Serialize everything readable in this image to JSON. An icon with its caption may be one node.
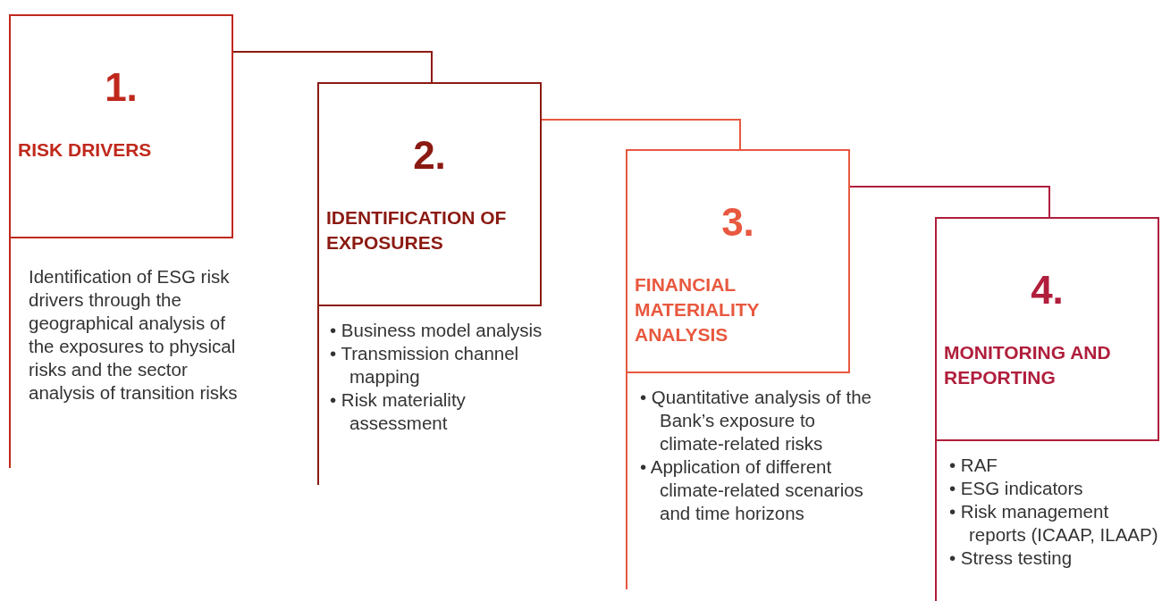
{
  "diagram": {
    "nodes": [
      {
        "text": [
          "1.",
          "RISK DRIVERS"
        ],
        "beside": [
          "Identification of ESG risk drivers through the geographical analysis of the exposures to physical risks and the sector analysis of transition risks"
        ]
      },
      {
        "text": [
          "2.",
          "IDENTIFICATION OF EXPOSURES"
        ],
        "beside": [
          "• Business model analysis",
          "• Transmission channel mapping",
          "• Risk materiality assessment"
        ]
      },
      {
        "text": [
          "3.",
          "FINANCIAL MATERIALITY ANALYSIS"
        ],
        "beside": [
          "• Quantitative analysis of the Bank’s exposure to climate-related risks",
          "• Application of different climate-related scenarios and time horizons"
        ]
      },
      {
        "text": [
          "4.",
          "MONITORING AND REPORTING"
        ],
        "beside": [
          "• RAF",
          "• ESG indicators",
          "• Risk management reports (ICAAP, ILAAP)",
          "• Stress testing"
        ]
      }
    ],
    "edges": [
      {
        "from": 0,
        "to": 1,
        "arrow": "none",
        "color": "#8b1a12"
      },
      {
        "from": 1,
        "to": 2,
        "arrow": "none",
        "color": "#e8583f"
      },
      {
        "from": 2,
        "to": 3,
        "arrow": "none",
        "color": "#b01e3c"
      }
    ]
  }
}
